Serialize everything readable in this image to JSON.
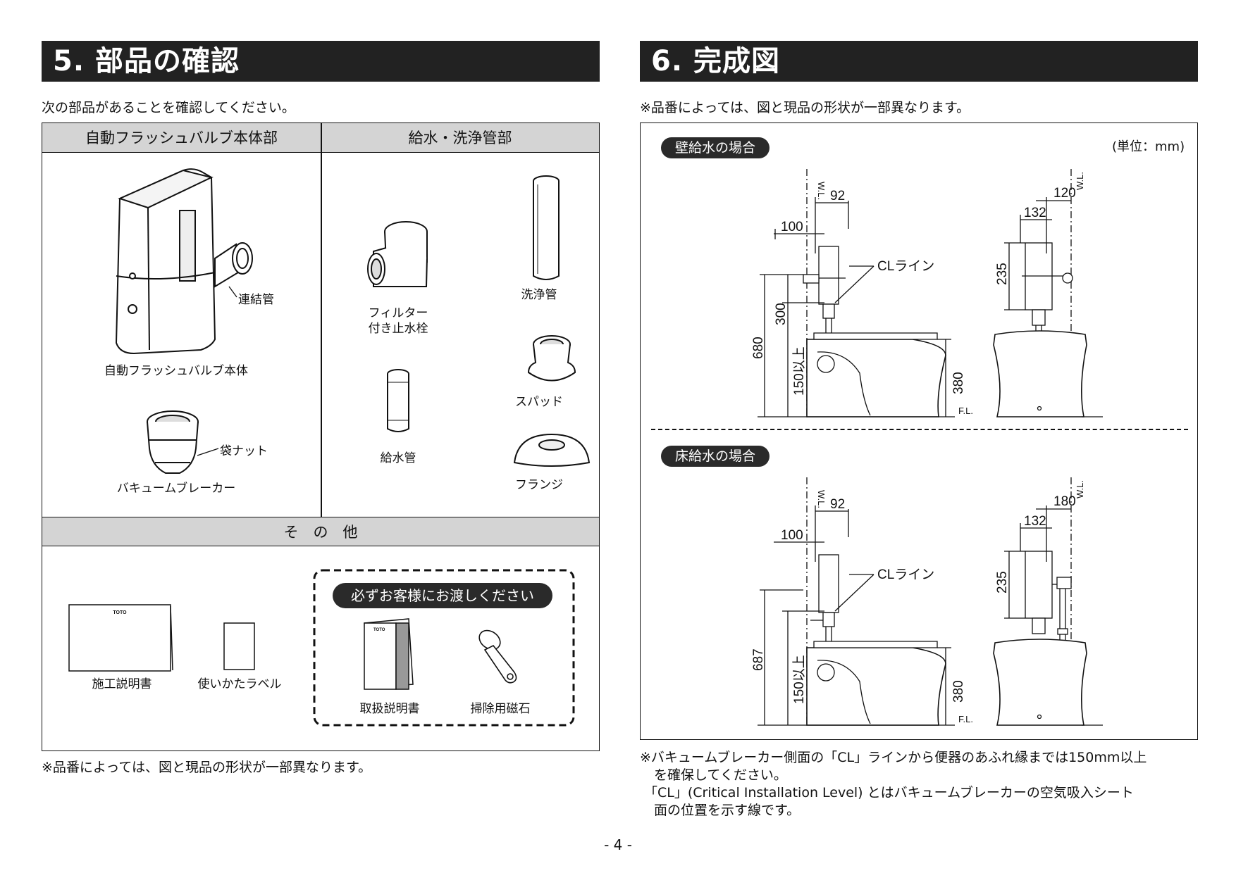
{
  "left": {
    "title": "5. 部品の確認",
    "intro": "次の部品があることを確認してください。",
    "col1_header": "自動フラッシュバルブ本体部",
    "col2_header": "給水・洗浄管部",
    "col1_parts": {
      "connecting_pipe": "連結管",
      "valve_body": "自動フラッシュバルブ本体",
      "bag_nut": "袋ナット",
      "vacuum_breaker": "バキュームブレーカー"
    },
    "col2_parts": {
      "filter_stop_line1": "フィルター",
      "filter_stop_line2": "付き止水栓",
      "flush_pipe": "洗浄管",
      "spud": "スパッド",
      "supply_pipe": "給水管",
      "flange": "フランジ"
    },
    "others_header": "そ　の　他",
    "others": {
      "install_manual": "施工説明書",
      "usage_label": "使いかたラベル",
      "handover_banner": "必ずお客様にお渡しください",
      "user_manual": "取扱説明書",
      "cleaning_magnet": "掃除用磁石",
      "toto_logo": "TOTO"
    },
    "footnote": "※品番によっては、図と現品の形状が一部異なります。"
  },
  "right": {
    "title": "6. 完成図",
    "intro": "※品番によっては、図と現品の形状が一部異なります。",
    "unit": "(単位：mm)",
    "wall_supply_label": "壁給水の場合",
    "floor_supply_label": "床給水の場合",
    "wall": {
      "wl": "W.L.",
      "d100": "100",
      "d92": "92",
      "cl": "CLライン",
      "d300": "300",
      "d680": "680",
      "d150": "150以上",
      "d380": "380",
      "fl": "F.L.",
      "d132": "132",
      "d120": "120",
      "d235": "235"
    },
    "floor": {
      "wl": "W.L.",
      "d100": "100",
      "d92": "92",
      "cl": "CLライン",
      "d687": "687",
      "d150": "150以上",
      "d380": "380",
      "fl": "F.L.",
      "d132": "132",
      "d180": "180",
      "d235": "235"
    },
    "footnote_line1": "※バキュームブレーカー側面の「CL」ラインから便器のあふれ縁までは150mm以上",
    "footnote_line2": "を確保してください。",
    "footnote_line3": "「CL」(Critical Installation Level) とはバキュームブレーカーの空気吸入シート",
    "footnote_line4": "面の位置を示す線です。"
  },
  "page_number": "- 4 -"
}
